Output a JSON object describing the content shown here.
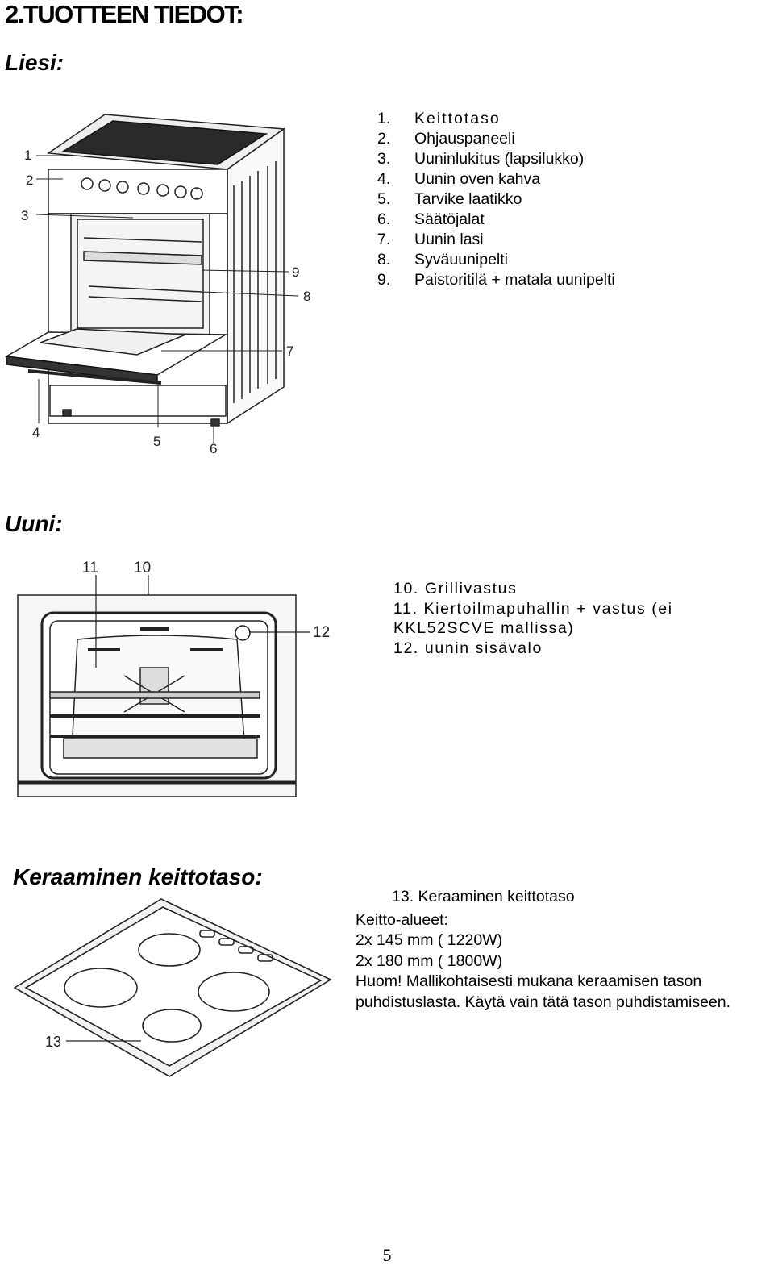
{
  "heading": "2.TUOTTEEN TIEDOT:",
  "sections": {
    "stove": {
      "title": "Liesi:",
      "items": [
        {
          "num": "1.",
          "label": "Keittotaso"
        },
        {
          "num": "2.",
          "label": "Ohjauspaneeli"
        },
        {
          "num": "3.",
          "label": "Uuninlukitus (lapsilukko)"
        },
        {
          "num": "4.",
          "label": "Uunin oven kahva"
        },
        {
          "num": "5.",
          "label": "Tarvike laatikko"
        },
        {
          "num": "6.",
          "label": "Säätöjalat"
        },
        {
          "num": "7.",
          "label": "Uunin lasi"
        },
        {
          "num": "8.",
          "label": "Syväuunipelti"
        },
        {
          "num": "9.",
          "label": "Paistoritilä + matala uunipelti"
        }
      ],
      "callouts": [
        "1",
        "2",
        "3",
        "4",
        "5",
        "6",
        "7",
        "8",
        "9"
      ]
    },
    "oven": {
      "title": "Uuni:",
      "items": [
        "10. Grillivastus",
        "11. Kiertoilmapuhallin + vastus (ei",
        "KKL52SCVE mallissa)",
        "12. uunin sisävalo"
      ],
      "callouts": [
        "11",
        "10",
        "12"
      ]
    },
    "hob": {
      "title": "Keraaminen keittotaso:",
      "lines": [
        "13. Keraaminen keittotaso",
        "Keitto-alueet:",
        "2x 145 mm ( 1220W)",
        "2x 180 mm ( 1800W)",
        "Huom! Mallikohtaisesti mukana keraamisen tason",
        "puhdistuslasta. Käytä vain tätä tason puhdistamiseen."
      ],
      "callouts": [
        "13"
      ]
    }
  },
  "page_number": "5"
}
